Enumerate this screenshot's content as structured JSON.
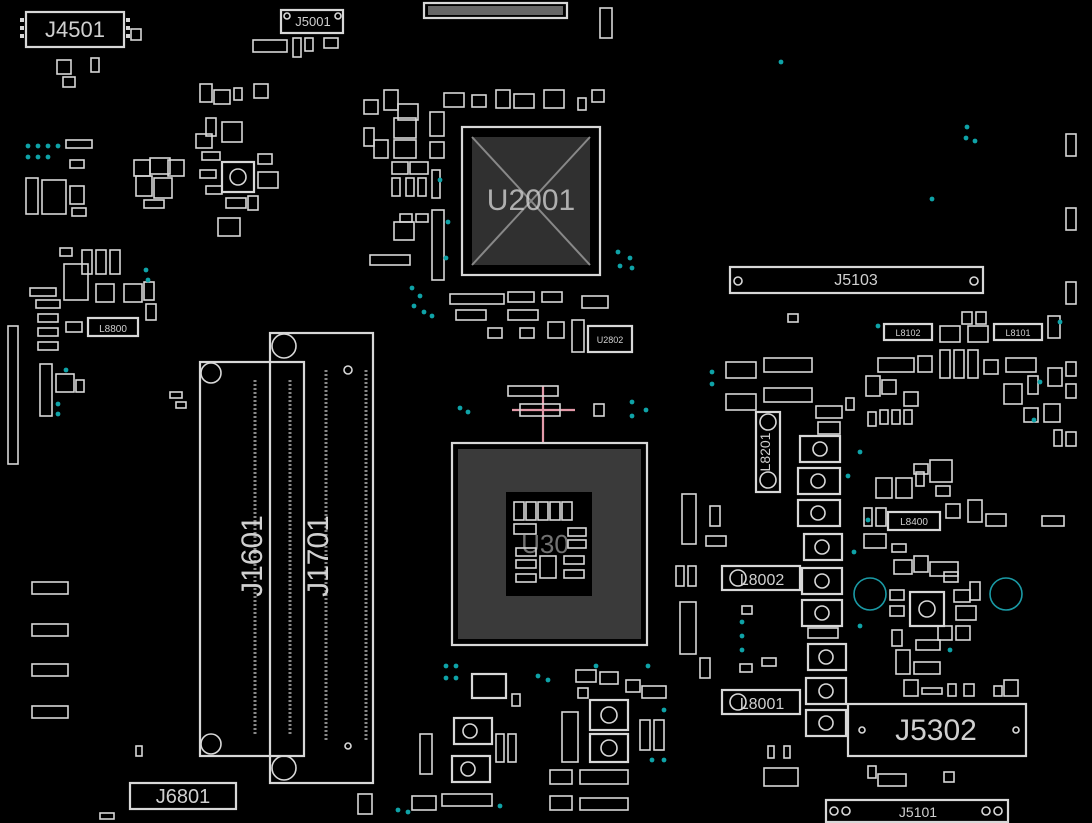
{
  "board": {
    "background": "#000000",
    "silkscreen_color": "#d8d8d8",
    "via_color": "#0fa3a8",
    "trace_color": "#e39aa9"
  },
  "labels": {
    "j4501": "J4501",
    "j5001": "J5001",
    "u2001": "U2001",
    "j5103": "J5103",
    "u2802": "U2802",
    "j1601": "J1601",
    "j1701": "J1701",
    "u3001": "U30",
    "l8002": "L8002",
    "l8001": "L8001",
    "j5302": "J5302",
    "j6801": "J6801",
    "j5101": "J5101",
    "l8201": "L8201",
    "l8400": "L8400",
    "l8800": "L8800",
    "l8102": "L8102",
    "l8101": "L8101"
  }
}
